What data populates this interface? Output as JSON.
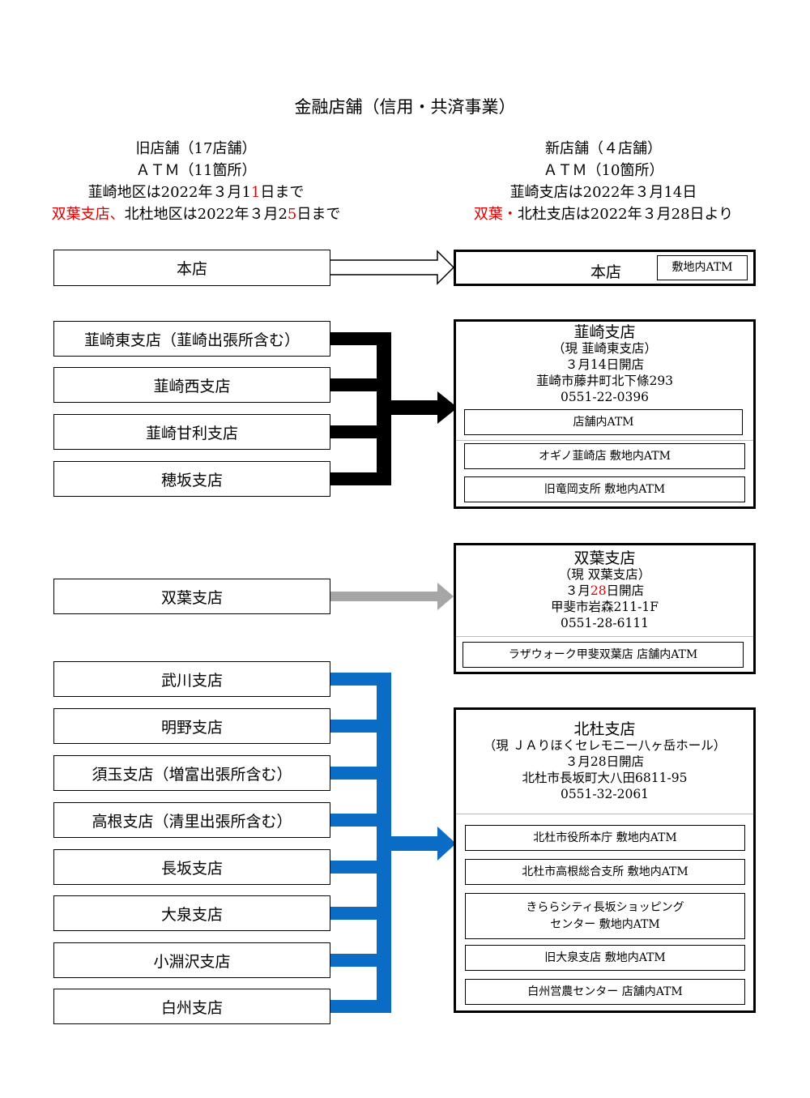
{
  "title": "金融店舗（信用・共済事業）",
  "old_header": {
    "line1": "旧店舗（17店舗）",
    "line2": "ＡＴＭ（11箇所）",
    "line3_pre": "韮崎地区は2022年３月1",
    "line3_red": "1",
    "line3_post": "日まで",
    "line4_red": "双葉支店、",
    "line4_mid": "北杜地区は2022年３月2",
    "line4_red2": "5",
    "line4_post": "日まで"
  },
  "new_header": {
    "line1": "新店舗（４店舗）",
    "line2": "ＡＴＭ（10箇所）",
    "line3": "韮崎支店は2022年３月14日",
    "line4_red": "双葉・",
    "line4_post": "北杜支店は2022年３月28日より"
  },
  "old_branches": {
    "honten": "本店",
    "nirasaki_higashi": "韮崎東支店（韮崎出張所含む）",
    "nirasaki_nishi": "韮崎西支店",
    "nirasaki_amari": "韮崎甘利支店",
    "hosaka": "穂坂支店",
    "futaba": "双葉支店",
    "mukawa": "武川支店",
    "akeno": "明野支店",
    "sutama": "須玉支店（増富出張所含む）",
    "takane": "高根支店（清里出張所含む）",
    "nagasaka": "長坂支店",
    "oizumi": "大泉支店",
    "kobuchizawa": "小淵沢支店",
    "hakushu": "白州支店"
  },
  "new_honten": {
    "name": "本店",
    "atm": "敷地内ATM"
  },
  "new_nirasaki": {
    "name": "韮崎支店",
    "former": "（現 韮崎東支店）",
    "open": "３月14日開店",
    "address": "韮崎市藤井町北下條293",
    "tel": "0551-22-0396",
    "atms": [
      "店舗内ATM",
      "オギノ韮崎店 敷地内ATM",
      "旧竜岡支所 敷地内ATM"
    ]
  },
  "new_futaba": {
    "name": "双葉支店",
    "former": "（現 双葉支店）",
    "open_pre": "３月",
    "open_red": "28",
    "open_post": "日開店",
    "address": "甲斐市岩森211-1F",
    "tel": "0551-28-6111",
    "atms": [
      "ラザウォーク甲斐双葉店 店舗内ATM"
    ]
  },
  "new_hokuto": {
    "name": "北杜支店",
    "former": "（現 ＪＡりほくセレモニー八ヶ岳ホール）",
    "open": "３月28日開店",
    "address": "北杜市長坂町大八田6811-95",
    "tel": "0551-32-2061",
    "atms": [
      "北杜市役所本庁 敷地内ATM",
      "北杜市高根総合支所 敷地内ATM",
      "きららシティ長坂ショッピング",
      "センター 敷地内ATM",
      "旧大泉支店 敷地内ATM",
      "白州営農センター 店舗内ATM"
    ]
  },
  "colors": {
    "red": "#e00000",
    "black_connector": "#000000",
    "gray_arrow": "#a6a6a6",
    "blue_connector": "#0a6cc4"
  }
}
